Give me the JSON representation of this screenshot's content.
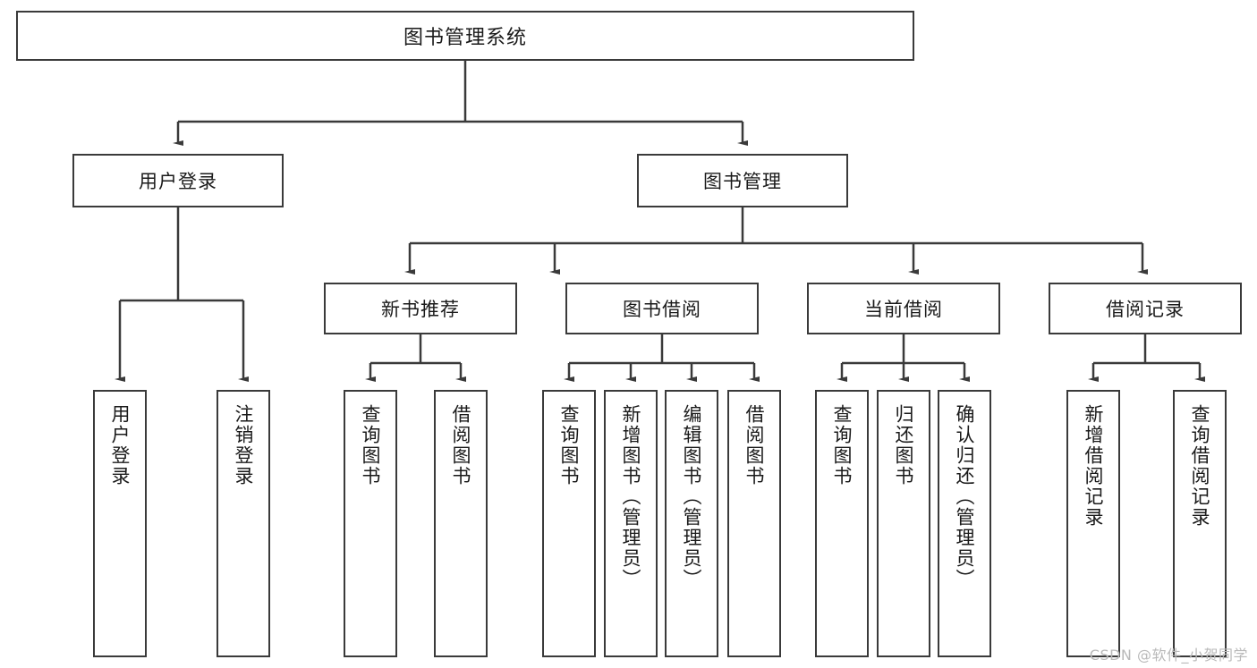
{
  "diagram": {
    "title": "图书管理系统",
    "watermark": "CSDN @软件_小贺同学",
    "line_color": "#3a3a3a",
    "box_border_color": "#3a3a3a",
    "background": "#ffffff",
    "root": {
      "label": "图书管理系统"
    },
    "level1": [
      {
        "id": "user-login",
        "label": "用户登录"
      },
      {
        "id": "book-management",
        "label": "图书管理"
      }
    ],
    "level2": [
      {
        "id": "new-book-recommend",
        "label": "新书推荐",
        "parent": "book-management"
      },
      {
        "id": "book-borrow",
        "label": "图书借阅",
        "parent": "book-management"
      },
      {
        "id": "current-borrow",
        "label": "当前借阅",
        "parent": "book-management"
      },
      {
        "id": "borrow-record",
        "label": "借阅记录",
        "parent": "book-management"
      }
    ],
    "leaves": {
      "user-login": [
        {
          "id": "leaf-user-login",
          "label": "用户登录"
        },
        {
          "id": "leaf-logout-login",
          "label": "注销登录"
        }
      ],
      "new-book-recommend": [
        {
          "id": "leaf-query-book-1",
          "label": "查询图书"
        },
        {
          "id": "leaf-borrow-book-1",
          "label": "借阅图书"
        }
      ],
      "book-borrow": [
        {
          "id": "leaf-query-book-2",
          "label": "查询图书"
        },
        {
          "id": "leaf-add-book",
          "label": "新增图书（管理员）"
        },
        {
          "id": "leaf-edit-book",
          "label": "编辑图书（管理员）"
        },
        {
          "id": "leaf-borrow-book-2",
          "label": "借阅图书"
        }
      ],
      "current-borrow": [
        {
          "id": "leaf-query-book-3",
          "label": "查询图书"
        },
        {
          "id": "leaf-return-book",
          "label": "归还图书"
        },
        {
          "id": "leaf-confirm-return",
          "label": "确认归还（管理员）"
        }
      ],
      "borrow-record": [
        {
          "id": "leaf-add-record",
          "label": "新增借阅记录"
        },
        {
          "id": "leaf-query-record",
          "label": "查询借阅记录"
        }
      ]
    }
  }
}
